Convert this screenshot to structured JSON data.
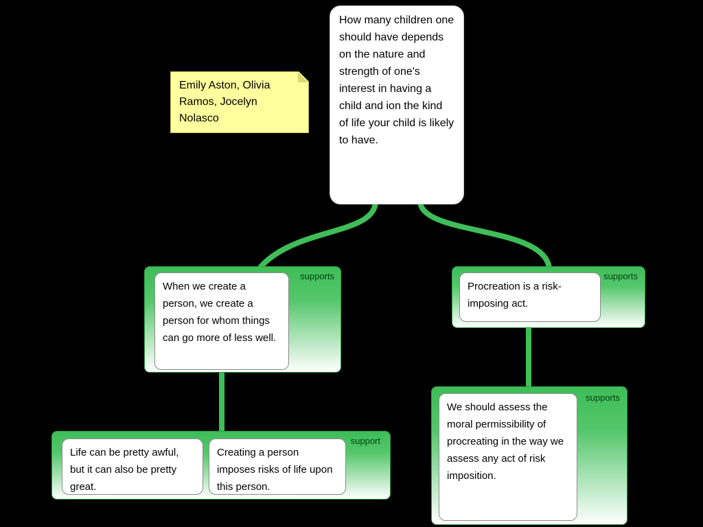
{
  "colors": {
    "background": "#000000",
    "connector_green": "#3ebd58",
    "group_gradient_top": "#3ebd58",
    "note_yellow": "#ffff9e",
    "node_background": "#ffffff",
    "text_color": "#000000"
  },
  "root_node": {
    "text": "How many children one should have depends on the nature and strength of one's interest in having a child and ion the kind of life your child is likely to have."
  },
  "sticky_note": {
    "text": "Emily Aston, Olivia Ramos, Jocelyn Nolasco"
  },
  "groups": [
    {
      "label": "supports",
      "nodes": [
        "When we create a person, we create a person for whom things can go more of less well."
      ]
    },
    {
      "label": "supports",
      "nodes": [
        "Procreation is a risk-imposing act."
      ]
    },
    {
      "label": "support",
      "nodes": [
        "Life can be pretty awful, but it can also be pretty great.",
        "Creating a person imposes risks of life upon this person."
      ]
    },
    {
      "label": "supports",
      "nodes": [
        "We should assess the moral permissibility of procreating in the way we assess any act of risk imposition."
      ]
    }
  ]
}
